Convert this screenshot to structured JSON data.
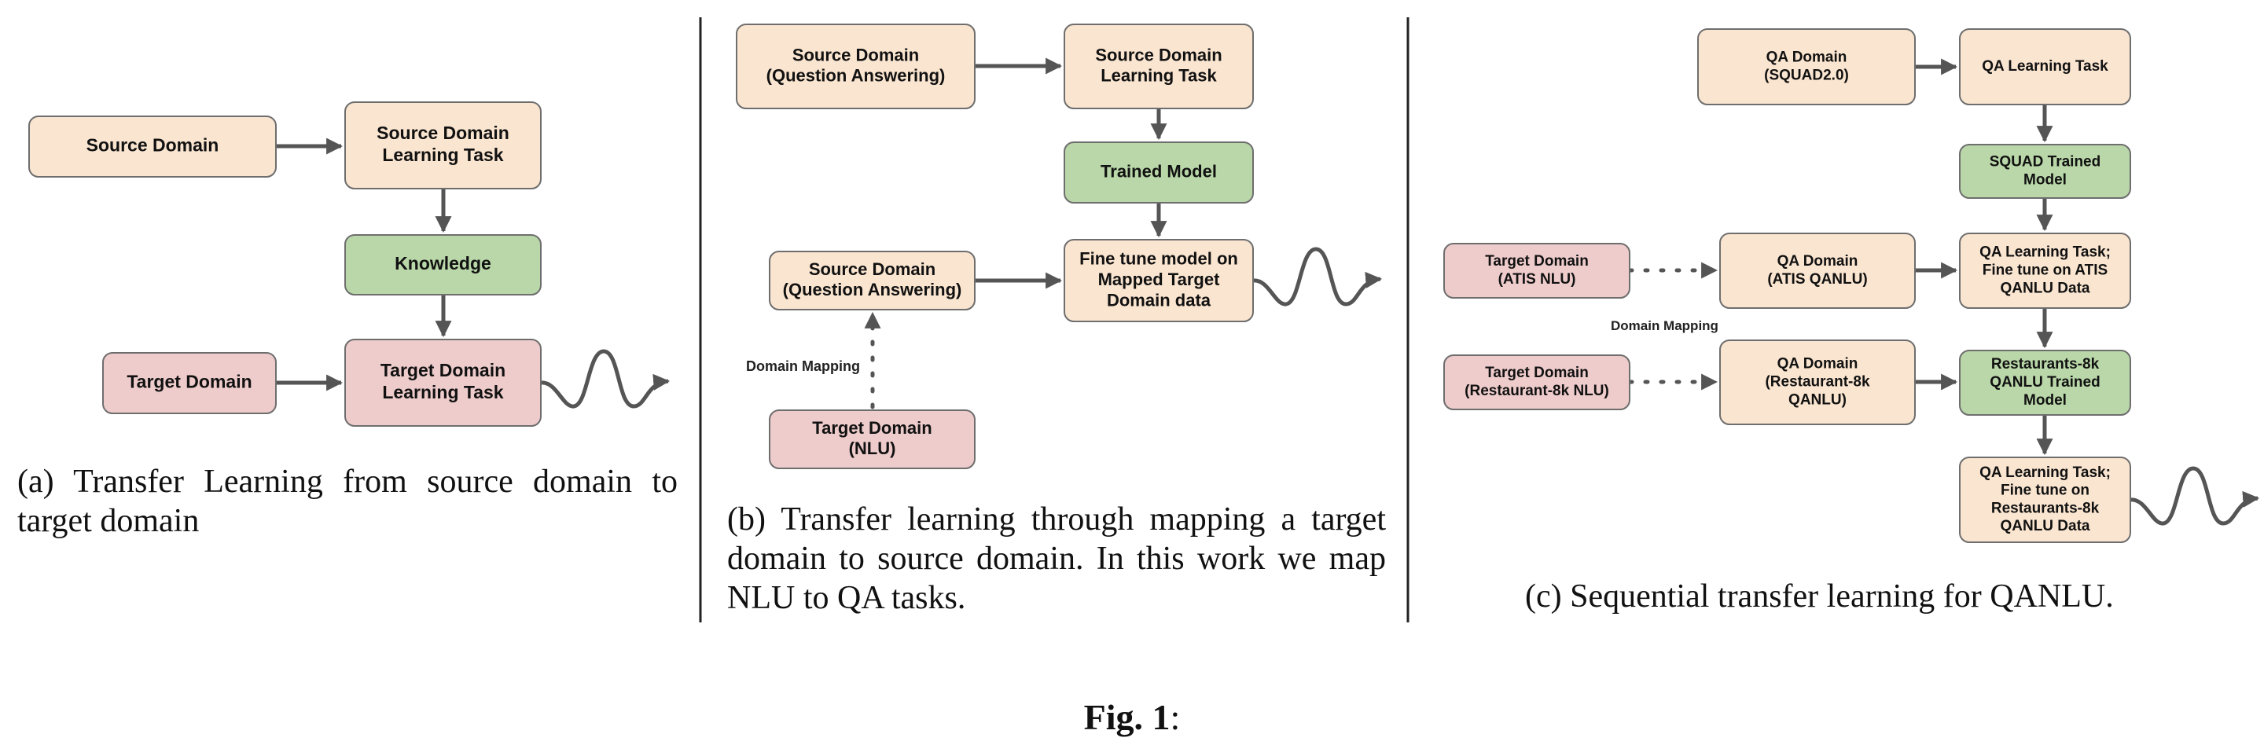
{
  "colors": {
    "peach": "#fae5d0",
    "green": "#b9d7a8",
    "pink": "#efcccc",
    "border": "#6e6e6e",
    "arrow": "#555555"
  },
  "panel_a": {
    "source_domain": [
      "Source Domain"
    ],
    "source_task": [
      "Source Domain",
      "Learning Task"
    ],
    "knowledge": [
      "Knowledge"
    ],
    "target_domain": [
      "Target Domain"
    ],
    "target_task": [
      "Target Domain",
      "Learning Task"
    ],
    "caption": "(a) Transfer Learning from source domain to target domain"
  },
  "panel_b": {
    "source_qa_top": [
      "Source Domain",
      "(Question Answering)"
    ],
    "source_task": [
      "Source Domain",
      "Learning Task"
    ],
    "trained_model": [
      "Trained Model"
    ],
    "source_qa_mid": [
      "Source Domain",
      "(Question Answering)"
    ],
    "fine_tune": [
      "Fine tune model on",
      "Mapped Target",
      "Domain data"
    ],
    "target_nlu": [
      "Target Domain",
      "(NLU)"
    ],
    "mapping_label": "Domain Mapping",
    "caption": "(b) Transfer learning through mapping a target domain to source domain.  In this work we map NLU to QA tasks."
  },
  "panel_c": {
    "qa_squad": [
      "QA Domain",
      "(SQUAD2.0)"
    ],
    "qa_task": [
      "QA Learning Task"
    ],
    "squad_model": [
      "SQUAD Trained",
      "Model"
    ],
    "target_atis": [
      "Target Domain",
      "(ATIS NLU)"
    ],
    "qa_atis": [
      "QA Domain",
      "(ATIS QANLU)"
    ],
    "atis_finetune": [
      "QA Learning Task;",
      "Fine tune on ATIS",
      "QANLU Data"
    ],
    "mapping_label": "Domain Mapping",
    "target_rest": [
      "Target Domain",
      "(Restaurant-8k NLU)"
    ],
    "qa_rest": [
      "QA Domain",
      "(Restaurant-8k",
      "QANLU)"
    ],
    "rest_model": [
      "Restaurants-8k",
      "QANLU Trained",
      "Model"
    ],
    "rest_finetune": [
      "QA Learning Task;",
      "Fine tune on",
      "Restaurants-8k",
      "QANLU Data"
    ],
    "caption": "(c) Sequential transfer learning for QANLU."
  },
  "figure": {
    "label": "Fig. 1",
    "suffix": ":"
  }
}
